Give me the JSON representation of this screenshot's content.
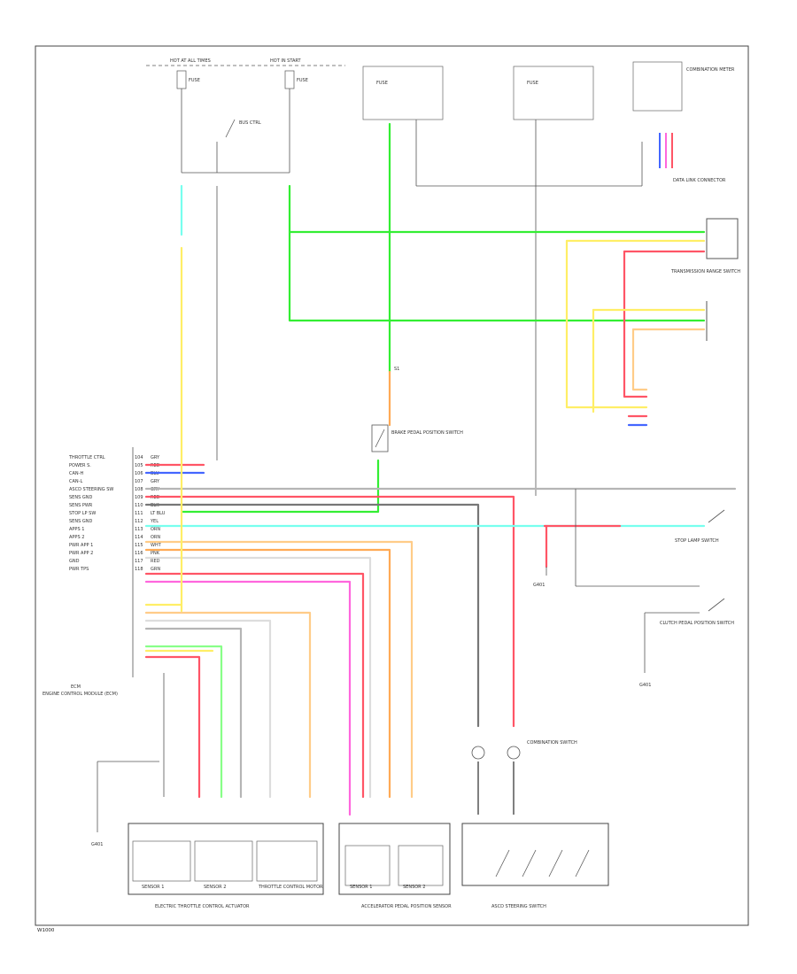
{
  "colors": {
    "green": "#33ee33",
    "yellow": "#ffee66",
    "red": "#ff5566",
    "blue": "#4466ff",
    "pink": "#ff66dd",
    "orange": "#ffaa55",
    "lightorange": "#ffcc88",
    "cyan": "#77ffee",
    "gray": "#b5b5b5",
    "darkgray": "#777777",
    "black": "#444444",
    "white": "#dddddd",
    "lightgreen": "#88ff88",
    "purple": "#aa44ff"
  },
  "labels": {
    "hot_at_all_times": "HOT AT ALL TIMES",
    "hot_in_start": "HOT IN START",
    "bus_ctrl": "BUS CTRL",
    "fuse": "FUSE",
    "g401": "G401",
    "s1": "S1",
    "ecm_connector": "ECM",
    "engine_control_module": "ENGINE CONTROL MODULE (ECM)",
    "sensor1_a": "SENSOR 1",
    "sensor2_a": "SENSOR 2",
    "throttle_motor": "THROTTLE CONTROL MOTOR",
    "sensor1_b": "SENSOR 1",
    "sensor2_b": "SENSOR 2",
    "etc_actuator": "ELECTRIC THROTTLE CONTROL ACTUATOR",
    "accel_sensor": "ACCELERATOR PEDAL POSITION SENSOR",
    "asc_switch": "ASCD STEERING SWITCH",
    "stop_lamp_switch": "STOP LAMP SWITCH",
    "clutch_switch": "CLUTCH PEDAL POSITION SWITCH",
    "brake_pedal_switch": "BRAKE PEDAL POSITION SWITCH",
    "combination_switch": "COMBINATION SWITCH",
    "combination_meter": "COMBINATION METER",
    "transmission_range_sw": "TRANSMISSION RANGE SWITCH",
    "data_link": "DATA LINK CONNECTOR",
    "page_code": "W1000"
  },
  "ecm_pins": [
    {
      "name": "THROTTLE CTRL",
      "pin": "104",
      "wire": "GRY"
    },
    {
      "name": "POWER S.",
      "pin": "105",
      "wire": "RED"
    },
    {
      "name": "CAN-H",
      "pin": "106",
      "wire": "BLU"
    },
    {
      "name": "CAN-L",
      "pin": "107",
      "wire": "GRY"
    },
    {
      "name": "ASCD STEERING SW",
      "pin": "108",
      "wire": "GRY"
    },
    {
      "name": "SENS GND",
      "pin": "109",
      "wire": "RED"
    },
    {
      "name": "SENS PWR",
      "pin": "110",
      "wire": "BLK"
    },
    {
      "name": "STOP LP SW",
      "pin": "111",
      "wire": "LT BLU"
    },
    {
      "name": "SENS GND",
      "pin": "112",
      "wire": "YEL"
    },
    {
      "name": "APPS 1",
      "pin": "113",
      "wire": "ORN"
    },
    {
      "name": "APPS 2",
      "pin": "114",
      "wire": "ORN"
    },
    {
      "name": "PWR APP 1",
      "pin": "115",
      "wire": "WHT"
    },
    {
      "name": "PWR APP 2",
      "pin": "116",
      "wire": "PNK"
    },
    {
      "name": "GND",
      "pin": "117",
      "wire": "RED"
    },
    {
      "name": "PWR TPS",
      "pin": "118",
      "wire": "GRN"
    }
  ]
}
